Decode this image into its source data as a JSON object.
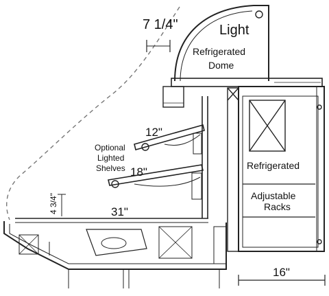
{
  "labels": {
    "dome_offset": "7 1/4\"",
    "light": "Light",
    "dome_line1": "Refrigerated",
    "dome_line2": "Dome",
    "shelf_upper_depth": "12\"",
    "shelf_lower_depth": "18\"",
    "optional_line1": "Optional",
    "optional_line2": "Lighted",
    "optional_line3": "Shelves",
    "base_depth": "31\"",
    "rise": "4 3/4\"",
    "refrigerated": "Refrigerated",
    "racks_line1": "Adjustable",
    "racks_line2": "Racks",
    "rear_depth": "16\""
  }
}
